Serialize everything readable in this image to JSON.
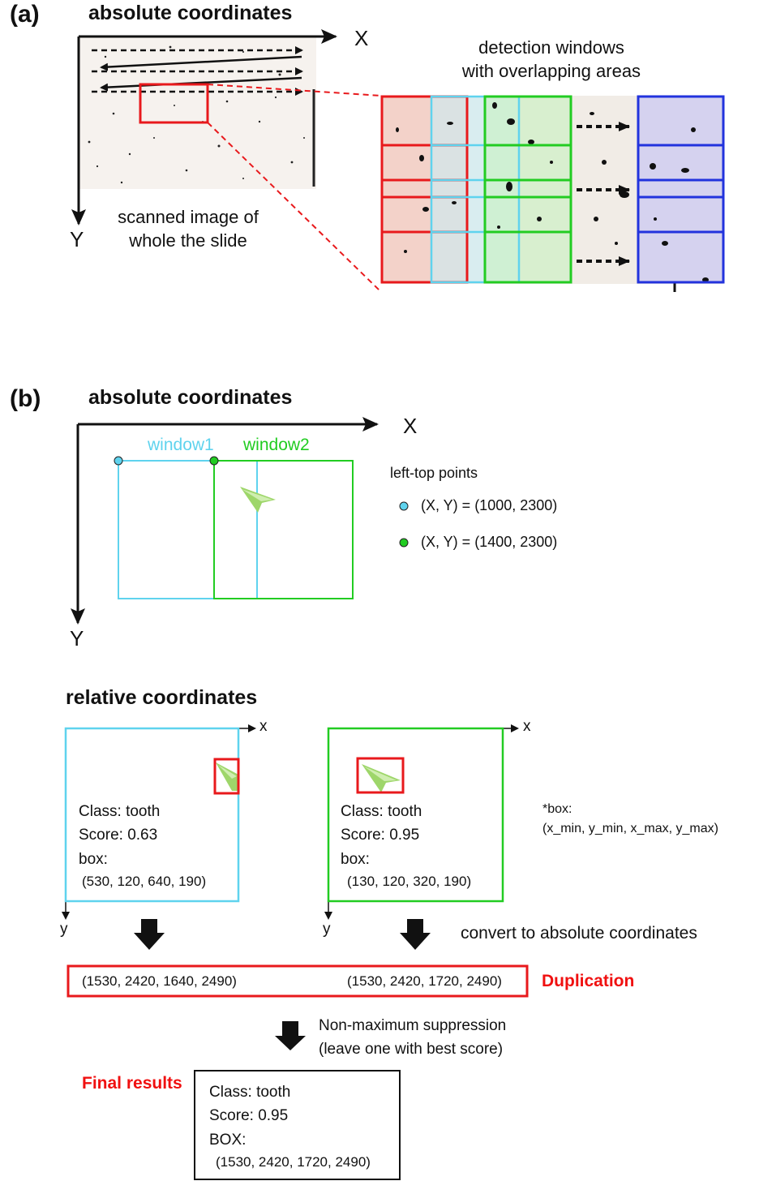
{
  "colors": {
    "red": "#e8191c",
    "cyan": "#5fd3ee",
    "green": "#22cc22",
    "blue": "#2233dd",
    "black": "#111111"
  },
  "panel_a": {
    "label": "(a)",
    "heading": "absolute coordinates",
    "x_axis": "X",
    "y_axis": "Y",
    "slide_caption": [
      "scanned image of",
      "whole the slide"
    ],
    "windows_caption": [
      "detection windows",
      "with overlapping areas"
    ]
  },
  "panel_b": {
    "label": "(b)",
    "heading": "absolute coordinates",
    "x_axis": "X",
    "y_axis": "Y",
    "window1": "window1",
    "window2": "window2",
    "points_title": "left-top points",
    "point1": "(X, Y) = (1000, 2300)",
    "point2": "(X, Y) = (1400, 2300)",
    "relative_heading": "relative coordinates",
    "rel_x": "x",
    "rel_y": "y",
    "det1": {
      "class": "Class: tooth",
      "score": "Score: 0.63",
      "box_label": "box:",
      "box": "(530, 120, 640, 190)"
    },
    "det2": {
      "class": "Class: tooth",
      "score": "Score: 0.95",
      "box_label": "box:",
      "box": "(130, 120, 320, 190)"
    },
    "box_note": [
      "*box:",
      "(x_min, y_min, x_max, y_max)"
    ],
    "convert_text": "convert to absolute coordinates",
    "abs1": "(1530, 2420, 1640, 2490)",
    "abs2": "(1530, 2420, 1720, 2490)",
    "duplication": "Duplication",
    "nms": [
      "Non-maximum suppression",
      "(leave one with best score)"
    ],
    "final_label": "Final results",
    "final": {
      "class": "Class: tooth",
      "score": "Score: 0.95",
      "box_label": "BOX:",
      "box": "(1530, 2420, 1720, 2490)"
    }
  }
}
